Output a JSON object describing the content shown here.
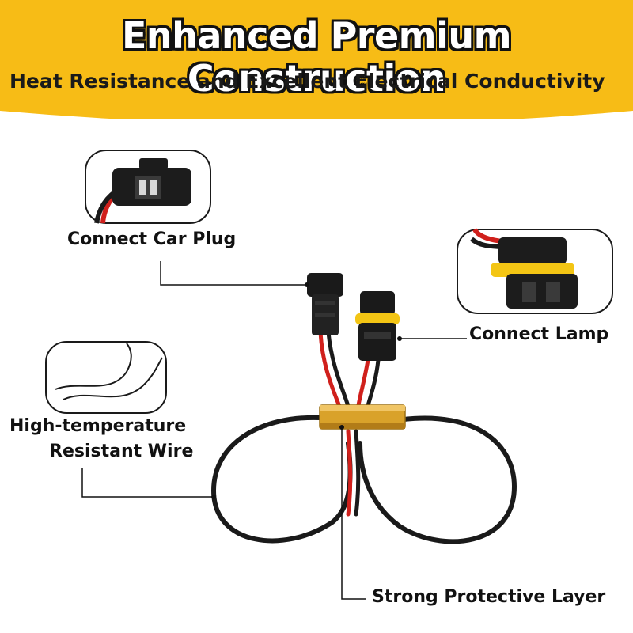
{
  "header": {
    "title": "Enhanced Premium Construction",
    "subtitle": "Heat Resistance and Excellent Electrical Conductivity"
  },
  "callouts": {
    "car_plug": "Connect Car Plug",
    "lamp": "Connect Lamp",
    "wire_line1": "High-temperature",
    "wire_line2": "Resistant Wire",
    "protective": "Strong Protective Layer"
  },
  "colors": {
    "banner": "#f7bc16",
    "resistor": "#d9a22a",
    "wire_red": "#d0201c",
    "wire_black": "#1a1a1a",
    "seal_yellow": "#f3c514"
  }
}
